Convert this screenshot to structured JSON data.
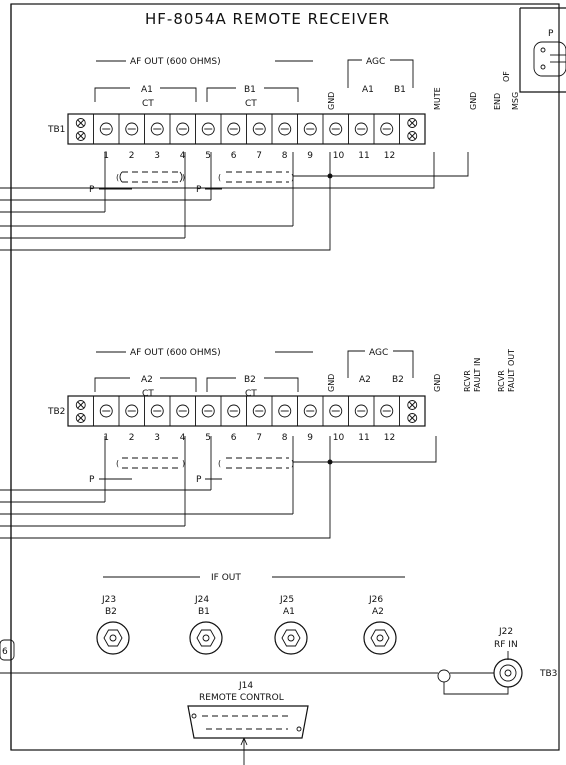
{
  "title": "HF-8054A REMOTE RECEIVER",
  "tb1": {
    "label": "TB1",
    "af_out": "AF OUT (600 OHMS)",
    "a_label": "A1",
    "b_label": "B1",
    "ct": "CT",
    "agc": "AGC",
    "agc_a": "A1",
    "agc_b": "B1",
    "gnd1": "GND",
    "mute": "MUTE",
    "gnd2": "GND",
    "end_msg_1": "END",
    "end_msg_2": "OF",
    "end_msg_3": "MSG",
    "terminals": [
      "1",
      "2",
      "3",
      "4",
      "5",
      "6",
      "7",
      "8",
      "9",
      "10",
      "11",
      "12"
    ],
    "p": "P"
  },
  "tb2": {
    "label": "TB2",
    "af_out": "AF OUT (600 OHMS)",
    "a_label": "A2",
    "b_label": "B2",
    "ct": "CT",
    "agc": "AGC",
    "agc_a": "A2",
    "agc_b": "B2",
    "gnd1": "GND",
    "gnd2": "GND",
    "fault_in_1": "RCVR",
    "fault_in_2": "FAULT IN",
    "fault_out_1": "RCVR",
    "fault_out_2": "FAULT OUT",
    "terminals": [
      "1",
      "2",
      "3",
      "4",
      "5",
      "6",
      "7",
      "8",
      "9",
      "10",
      "11",
      "12"
    ],
    "p": "P"
  },
  "if_out": {
    "label": "IF OUT",
    "connectors": [
      {
        "id": "J23",
        "name": "B2"
      },
      {
        "id": "J24",
        "name": "B1"
      },
      {
        "id": "J25",
        "name": "A1"
      },
      {
        "id": "J26",
        "name": "A2"
      }
    ]
  },
  "rf_in": {
    "id": "J22",
    "name": "RF IN"
  },
  "tb3": "TB3",
  "remote": {
    "id": "J14",
    "name": "REMOTE CONTROL"
  },
  "left_marker": "6"
}
